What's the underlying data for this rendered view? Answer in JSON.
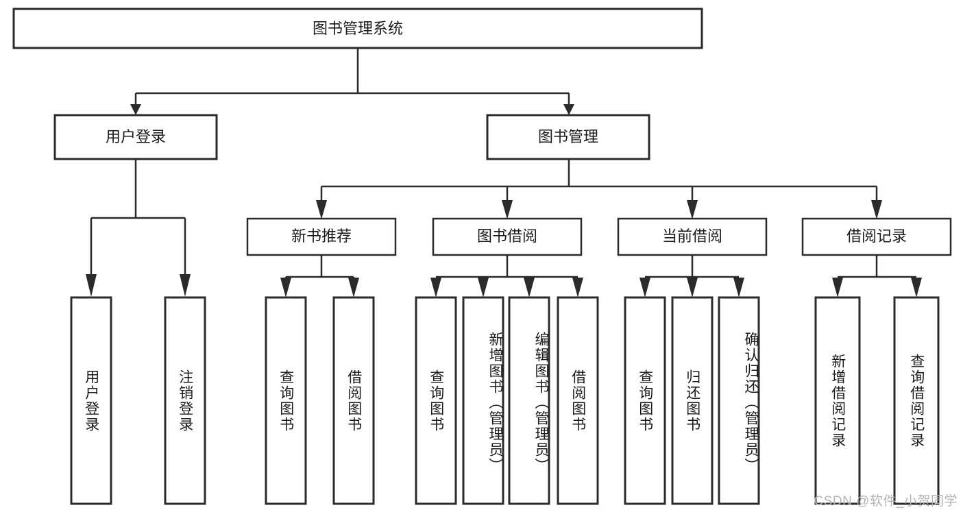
{
  "diagram": {
    "type": "tree",
    "title": "图书管理系统",
    "watermark": "CSDN @软件_小贺同学",
    "root": {
      "label": "图书管理系统"
    },
    "level2": [
      {
        "id": "user-login",
        "label": "用户登录"
      },
      {
        "id": "book-manage",
        "label": "图书管理"
      }
    ],
    "level3": [
      {
        "id": "new-book-recommend",
        "label": "新书推荐",
        "parent": "book-manage"
      },
      {
        "id": "book-borrow",
        "label": "图书借阅",
        "parent": "book-manage"
      },
      {
        "id": "current-borrow",
        "label": "当前借阅",
        "parent": "book-manage"
      },
      {
        "id": "borrow-record",
        "label": "借阅记录",
        "parent": "book-manage"
      }
    ],
    "leaves": {
      "user-login": [
        {
          "id": "leaf-user-login",
          "label": "用户登录"
        },
        {
          "id": "leaf-logout",
          "label": "注销登录"
        }
      ],
      "new-book-recommend": [
        {
          "id": "leaf-query-book-1",
          "label": "查询图书"
        },
        {
          "id": "leaf-borrow-book-1",
          "label": "借阅图书"
        }
      ],
      "book-borrow": [
        {
          "id": "leaf-query-book-2",
          "label": "查询图书"
        },
        {
          "id": "leaf-add-book",
          "label": "新增图书（管理员）"
        },
        {
          "id": "leaf-edit-book",
          "label": "编辑图书（管理员）"
        },
        {
          "id": "leaf-borrow-book-2",
          "label": "借阅图书"
        }
      ],
      "current-borrow": [
        {
          "id": "leaf-query-book-3",
          "label": "查询图书"
        },
        {
          "id": "leaf-return-book",
          "label": "归还图书"
        },
        {
          "id": "leaf-confirm-return",
          "label": "确认归还（管理员）"
        }
      ],
      "borrow-record": [
        {
          "id": "leaf-add-record",
          "label": "新增借阅记录"
        },
        {
          "id": "leaf-query-record",
          "label": "查询借阅记录"
        }
      ]
    },
    "colors": {
      "stroke": "#2b2b2b",
      "fill": "#ffffff",
      "text": "#1a1a1a",
      "watermark": "#b4b4b4"
    }
  }
}
